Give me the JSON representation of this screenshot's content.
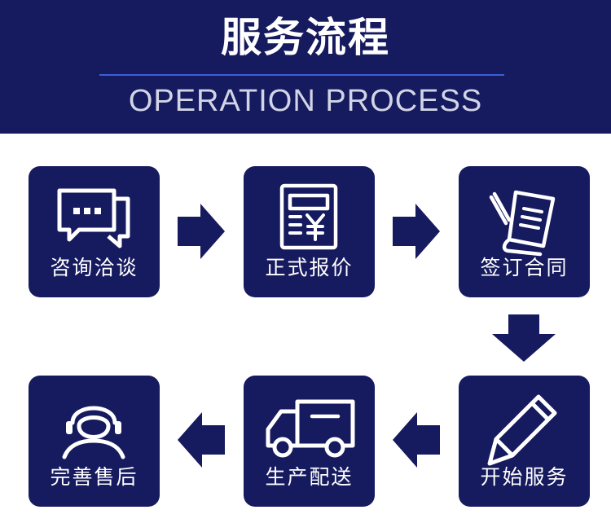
{
  "header": {
    "title": "服务流程",
    "subtitle": "OPERATION PROCESS"
  },
  "colors": {
    "primary": "#161a5e",
    "accent_rule": "#3d5fd6",
    "background": "#ffffff"
  },
  "steps": [
    {
      "label": "咨询洽谈",
      "icon": "chat-bubbles-icon"
    },
    {
      "label": "正式报价",
      "icon": "price-quote-icon"
    },
    {
      "label": "签订合同",
      "icon": "contract-sign-icon"
    },
    {
      "label": "开始服务",
      "icon": "pencil-icon"
    },
    {
      "label": "生产配送",
      "icon": "delivery-truck-icon"
    },
    {
      "label": "完善售后",
      "icon": "headset-support-icon"
    }
  ]
}
